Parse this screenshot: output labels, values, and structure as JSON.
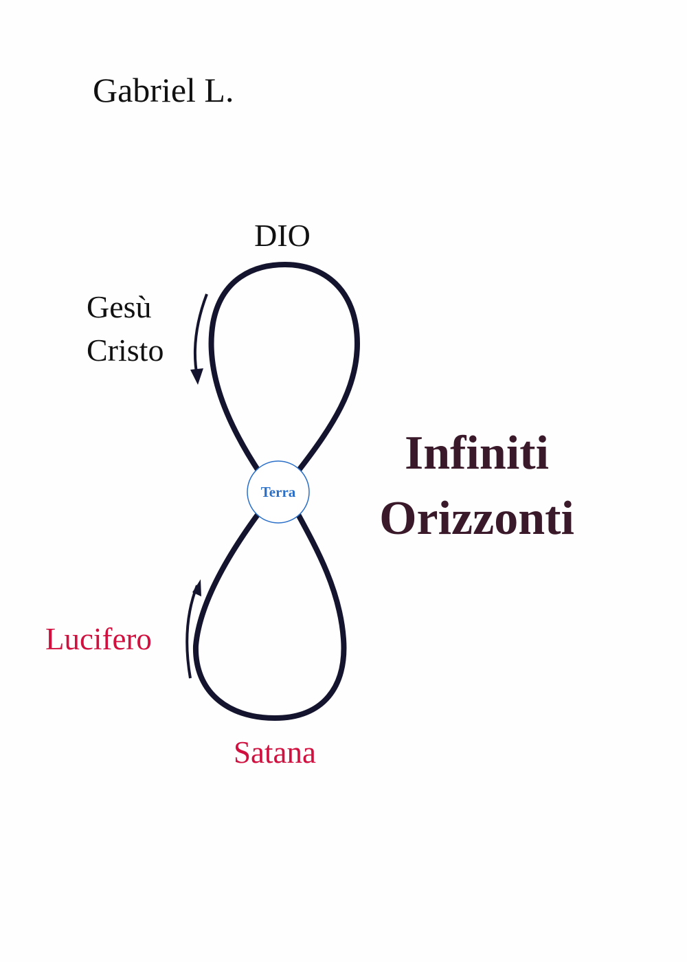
{
  "author": "Gabriel L.",
  "title": {
    "line1": "Infiniti",
    "line2": "Orizzonti"
  },
  "diagram": {
    "top_label": "DIO",
    "upper_side_label": {
      "line1": "Gesù",
      "line2": "Cristo"
    },
    "center_label": "Terra",
    "lower_side_label": "Lucifero",
    "bottom_label": "Satana"
  },
  "colors": {
    "loop": "#14142e",
    "title": "#3a1a2a",
    "terra": "#2a6fc8",
    "red": "#d0103f",
    "text": "#111111"
  }
}
